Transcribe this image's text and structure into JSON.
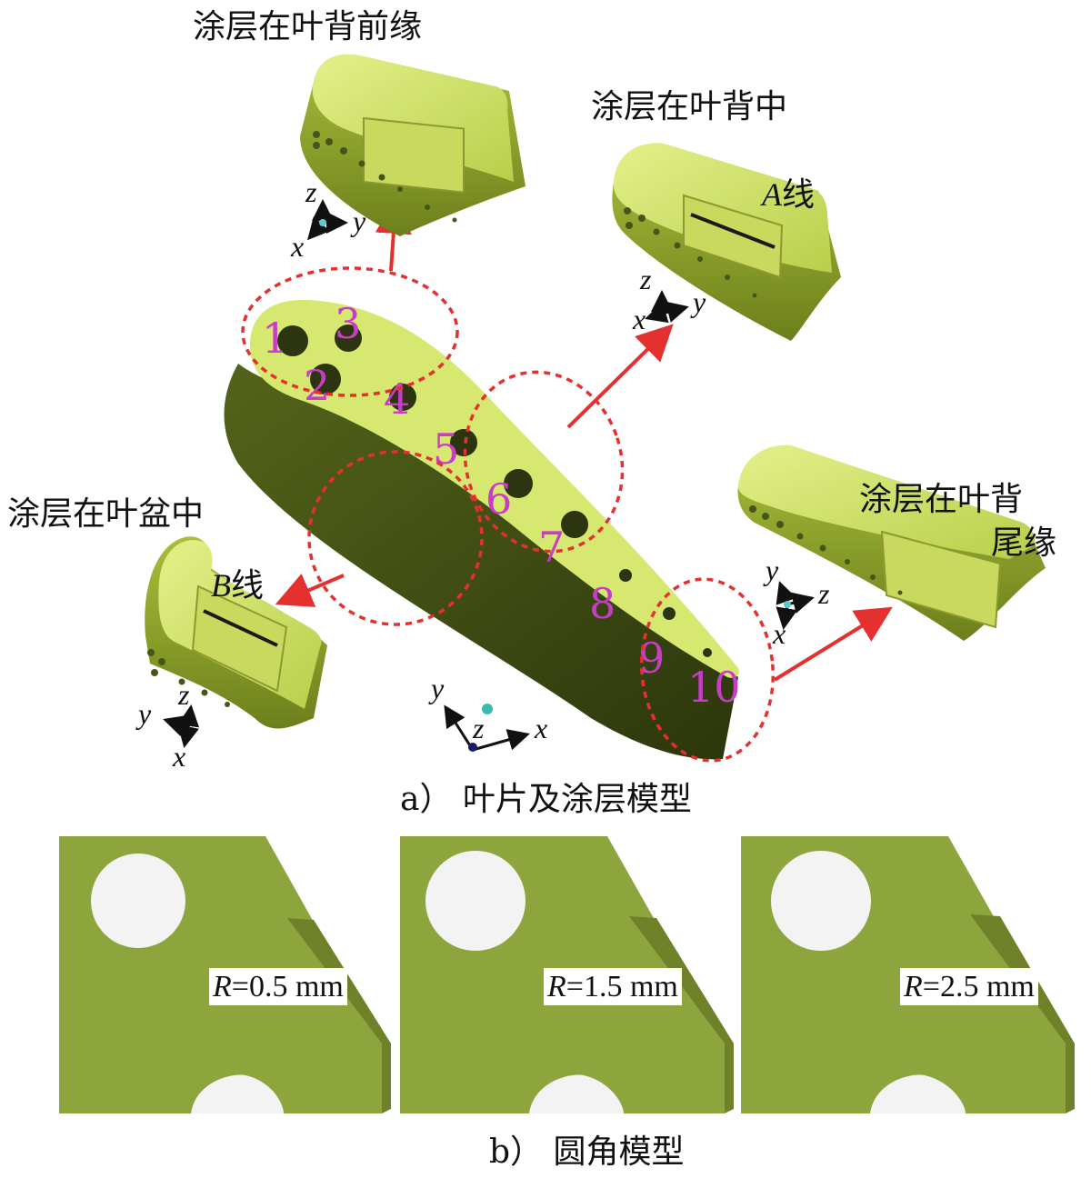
{
  "callouts": {
    "suction_leading": "涂层在叶背前缘",
    "suction_middle": "涂层在叶背中",
    "line_a_letter": "A",
    "line_a_suffix": "线",
    "suction_trailing_1": "涂层在叶背",
    "suction_trailing_2": "尾缘",
    "pressure_middle": "涂层在叶盆中",
    "line_b_letter": "B",
    "line_b_suffix": "线"
  },
  "hole_numbers": [
    "1",
    "2",
    "3",
    "4",
    "5",
    "6",
    "7",
    "8",
    "9",
    "10"
  ],
  "axes": {
    "x": "x",
    "y": "y",
    "z": "z"
  },
  "captions": {
    "a": "a） 叶片及涂层模型",
    "b": "b） 圆角模型"
  },
  "fillets": [
    {
      "symbol": "R",
      "value": "=0.5 mm"
    },
    {
      "symbol": "R",
      "value": "=1.5 mm"
    },
    {
      "symbol": "R",
      "value": "=2.5 mm"
    }
  ],
  "colors": {
    "blade_top": "#d6e870",
    "blade_side": "#3d4a12",
    "panel_green": "#8ea53e",
    "highlight_red": "#e53030",
    "number_magenta": "#c83cc8"
  }
}
